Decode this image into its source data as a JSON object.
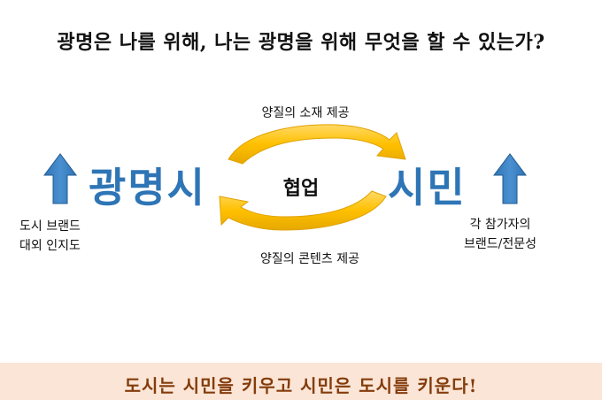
{
  "title": "광명은 나를 위해, 나는 광명을 위해 무엇을 할 수 있는가?",
  "cycle": {
    "top_label": "양질의 소재 제공",
    "bottom_label": "양질의 콘텐츠 제공",
    "center_label": "협업"
  },
  "left": {
    "name": "광명시",
    "notes": [
      "도시 브랜드",
      "대외 인지도"
    ]
  },
  "right": {
    "name": "시민",
    "notes": [
      "각 참가자의",
      "브랜드/전문성"
    ]
  },
  "footer": {
    "text": "도시는 시민을 키우고 시민은 도시를 키운다!"
  },
  "colors": {
    "accent_blue": "#2e75b6",
    "arrow_gold": "#ffc000",
    "up_arrow_blue": "#2e75b6",
    "footer_band": "#fbe5d6",
    "footer_text": "#843c0c"
  },
  "icons": [
    "up-arrow-icon",
    "cycle-arrow-icon"
  ]
}
